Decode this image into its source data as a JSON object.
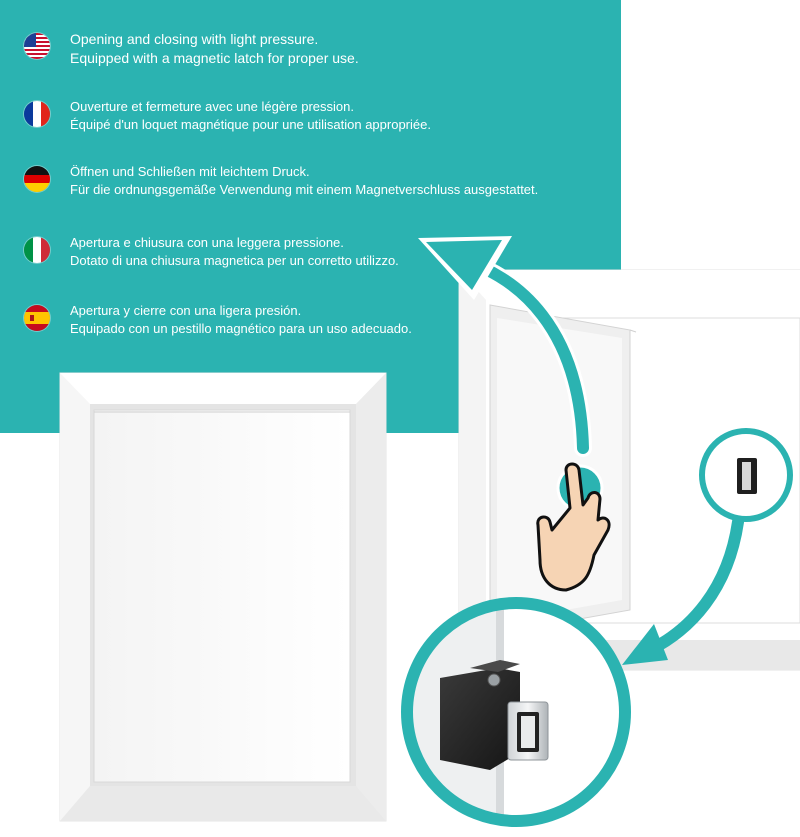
{
  "colors": {
    "accent": "#2bb3b1",
    "text_on_accent": "#ffffff",
    "panel_white": "#ffffff",
    "latch_dark": "#2a2a2a"
  },
  "languages": [
    {
      "code": "en",
      "flag_icon": "us-flag-icon",
      "line1": "Opening and closing with light pressure.",
      "line2": "Equipped with a magnetic latch for proper use."
    },
    {
      "code": "fr",
      "flag_icon": "france-flag-icon",
      "line1": "Ouverture et fermeture avec une légère pression.",
      "line2": "Équipé d'un loquet magnétique pour une utilisation appropriée."
    },
    {
      "code": "de",
      "flag_icon": "germany-flag-icon",
      "line1": "Öffnen und Schließen mit leichtem Druck.",
      "line2": "Für die ordnungsgemäße Verwendung mit einem Magnetverschluss ausgestattet."
    },
    {
      "code": "it",
      "flag_icon": "italy-flag-icon",
      "line1": "Apertura e chiusura con una leggera pressione.",
      "line2": "Dotato di una chiusura magnetica per un corretto utilizzo."
    },
    {
      "code": "es",
      "flag_icon": "spain-flag-icon",
      "line1": "Apertura y cierre con una ligera presión.",
      "line2": "Equipado con un pestillo magnético para un uso adecuado."
    }
  ],
  "illustration": {
    "closed_panel": "closed-access-panel",
    "open_panel": "open-access-panel",
    "press_hand_icon": "hand-press-icon",
    "latch_callout": "magnetic-latch-closeup"
  }
}
